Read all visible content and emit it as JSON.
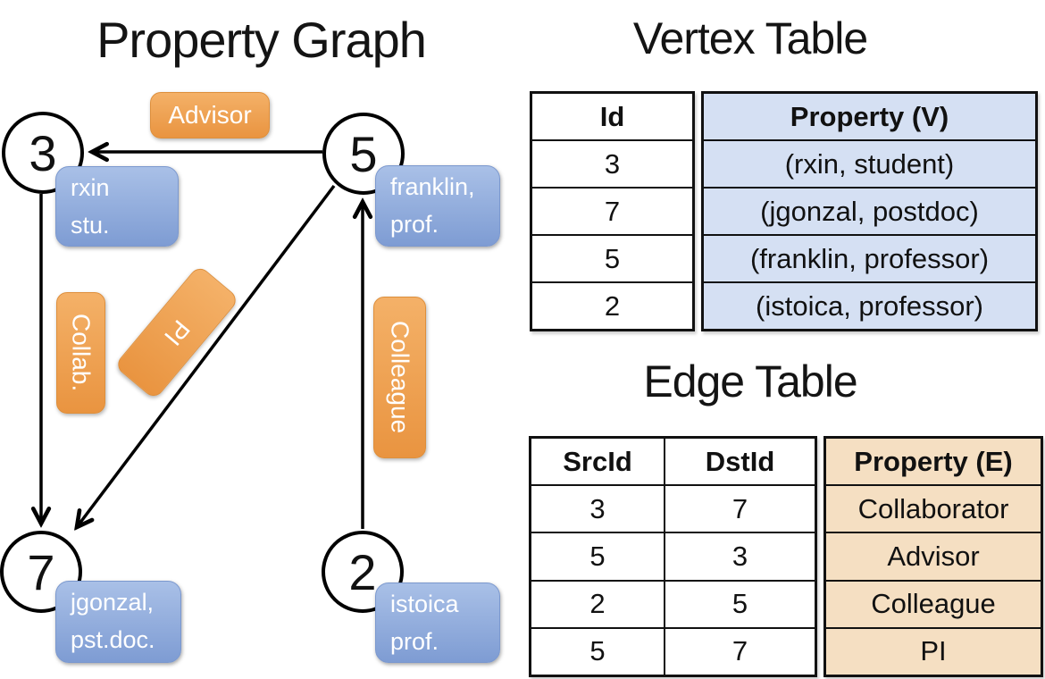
{
  "colors": {
    "orange_top": "#F4B168",
    "orange_bottom": "#E99440",
    "orange_border": "#DE8F3C",
    "blue_top": "#A9C0E7",
    "blue_bottom": "#7E9CD3",
    "blue_border": "#7B98CE",
    "vertex_cell_bg": "#D5E0F3",
    "edge_cell_bg": "#F5DFC2",
    "line_color": "#000000"
  },
  "graph_panel": {
    "title": "Property Graph",
    "nodes": [
      {
        "id": "3",
        "property_lines": [
          "rxin",
          "stu."
        ]
      },
      {
        "id": "5",
        "property_lines": [
          "franklin,",
          "prof."
        ]
      },
      {
        "id": "7",
        "property_lines": [
          "jgonzal,",
          "pst.doc."
        ]
      },
      {
        "id": "2",
        "property_lines": [
          "istoica",
          "prof."
        ]
      }
    ],
    "edge_labels": {
      "advisor": "Advisor",
      "collab": "Collab.",
      "pi": "PI",
      "colleague": "Colleague"
    }
  },
  "vertex_table": {
    "title": "Vertex Table",
    "columns": {
      "id": "Id",
      "property": "Property (V)"
    },
    "rows": [
      {
        "id": "3",
        "property": "(rxin, student)"
      },
      {
        "id": "7",
        "property": "(jgonzal, postdoc)"
      },
      {
        "id": "5",
        "property": "(franklin, professor)"
      },
      {
        "id": "2",
        "property": "(istoica, professor)"
      }
    ]
  },
  "edge_table": {
    "title": "Edge Table",
    "columns": {
      "src": "SrcId",
      "dst": "DstId",
      "property": "Property (E)"
    },
    "rows": [
      {
        "src": "3",
        "dst": "7",
        "property": "Collaborator"
      },
      {
        "src": "5",
        "dst": "3",
        "property": "Advisor"
      },
      {
        "src": "2",
        "dst": "5",
        "property": "Colleague"
      },
      {
        "src": "5",
        "dst": "7",
        "property": "PI"
      }
    ]
  }
}
